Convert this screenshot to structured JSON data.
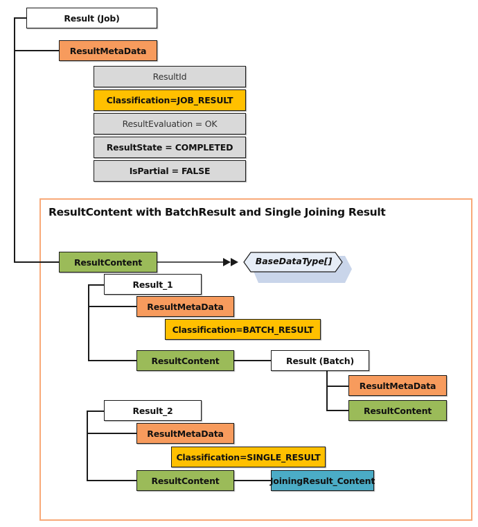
{
  "job": {
    "result_label": "Result (Job)",
    "metadata_label": "ResultMetaData",
    "metadata_fields": [
      {
        "label": "ResultId",
        "style": "gray-normal"
      },
      {
        "label": "Classification=JOB_RESULT",
        "style": "gold"
      },
      {
        "label": "ResultEvaluation = OK",
        "style": "gray-normal"
      },
      {
        "label": "ResultState = COMPLETED",
        "style": "gray"
      },
      {
        "label": "IsPartial = FALSE",
        "style": "gray"
      }
    ],
    "content_label": "ResultContent",
    "content_type_label": "BaseDataType[]"
  },
  "frame": {
    "title": "ResultContent with BatchResult and Single Joining Result"
  },
  "result_1": {
    "label": "Result_1",
    "metadata_label": "ResultMetaData",
    "classification": "Classification=BATCH_RESULT",
    "content_label": "ResultContent",
    "batch": {
      "label": "Result (Batch)",
      "metadata_label": "ResultMetaData",
      "content_label": "ResultContent"
    }
  },
  "result_2": {
    "label": "Result_2",
    "metadata_label": "ResultMetaData",
    "classification": "Classification=SINGLE_RESULT",
    "content_label": "ResultContent",
    "joining_label": "JoiningResult_Content"
  },
  "colors": {
    "result": "#ffffff",
    "metadata": "#f79b5d",
    "field": "#d9d9d9",
    "classification": "#ffc000",
    "content": "#9bbb59",
    "joining": "#4bacc6",
    "frame": "#f8a978",
    "datatype_fill": "#e6edf7",
    "datatype_shadow": "#c9d5ea"
  }
}
